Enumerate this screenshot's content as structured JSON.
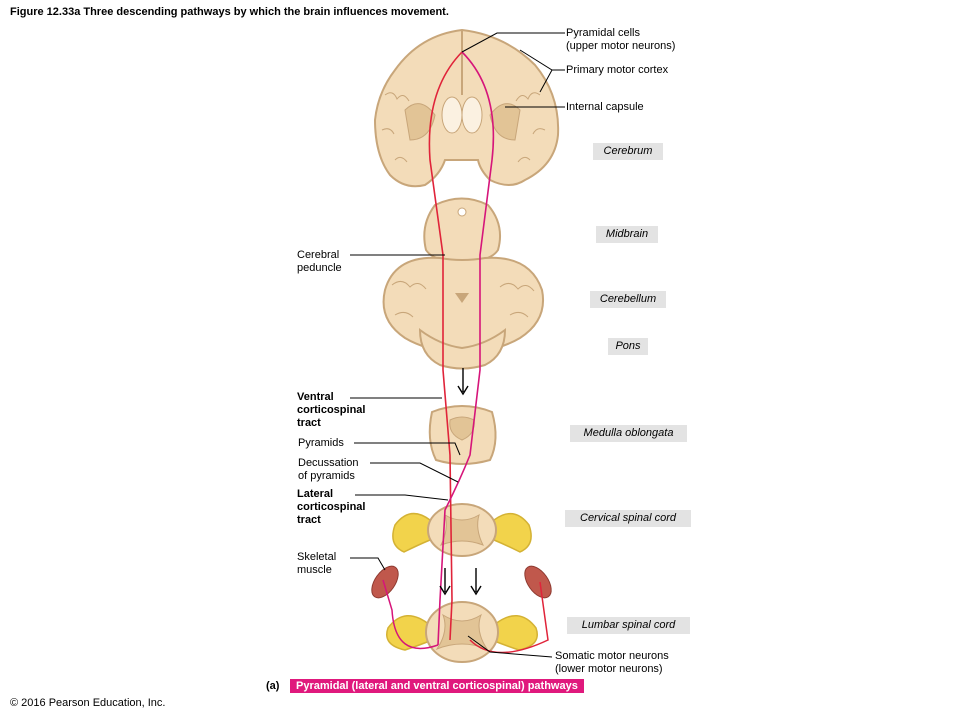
{
  "figure": {
    "title": "Figure 12.33a Three descending pathways by which the brain influences movement.",
    "copyright": "© 2016 Pearson Education, Inc.",
    "panel_letter": "(a)",
    "panel_caption": "Pyramidal (lateral and ventral corticospinal) pathways"
  },
  "labels": {
    "pyramidal_cells": "Pyramidal cells\n(upper motor neurons)",
    "primary_motor_cortex": "Primary motor cortex",
    "internal_capsule": "Internal capsule",
    "cerebral_peduncle": "Cerebral\npeduncle",
    "ventral_tract": "Ventral\ncorticospinal\ntract",
    "pyramids": "Pyramids",
    "decussation": "Decussation\nof pyramids",
    "lateral_tract": "Lateral\ncorticospinal\ntract",
    "skeletal_muscle": "Skeletal\nmuscle",
    "somatic_motor": "Somatic motor neurons\n(lower motor neurons)"
  },
  "regions": {
    "cerebrum": "Cerebrum",
    "midbrain": "Midbrain",
    "cerebellum": "Cerebellum",
    "pons": "Pons",
    "medulla": "Medulla oblongata",
    "cervical": "Cervical spinal cord",
    "lumbar": "Lumbar spinal cord"
  },
  "colors": {
    "tissue": "#f3dcb9",
    "tissue_outline": "#c8a67a",
    "gray_matter": "#e2c496",
    "red_pathway": "#e0243a",
    "magenta_pathway": "#d6157a",
    "nerve": "#f2d34b",
    "muscle": "#c0584c",
    "region_bg": "#e3e3e3"
  }
}
